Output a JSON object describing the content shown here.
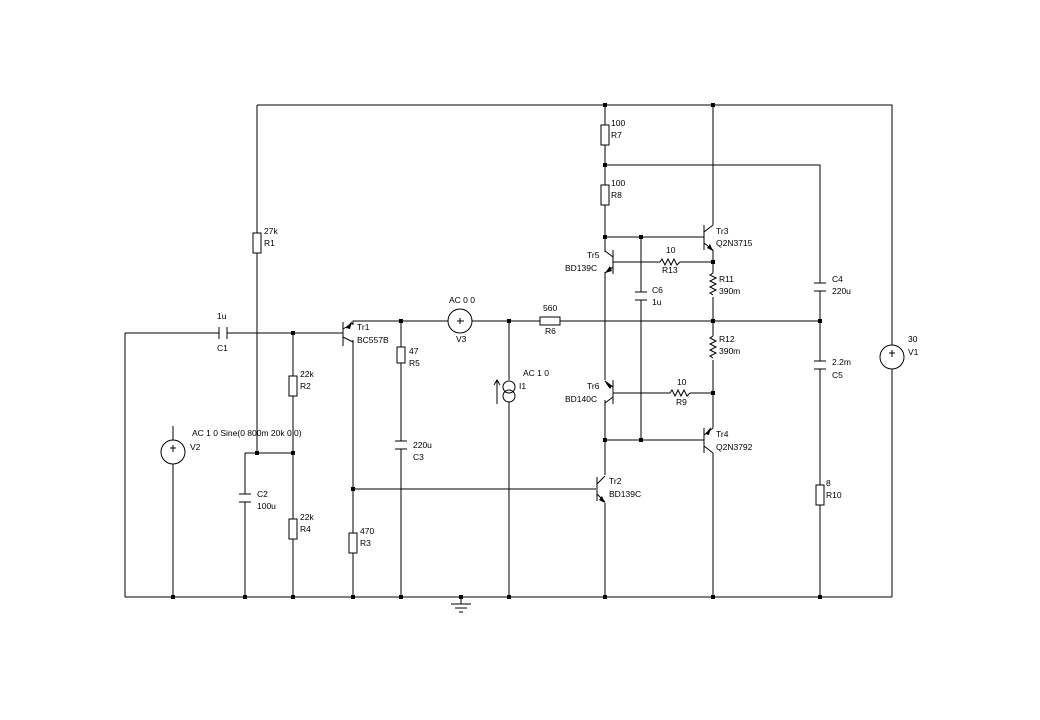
{
  "components": {
    "R1": {
      "ref": "R1",
      "value": "27k"
    },
    "R2": {
      "ref": "R2",
      "value": "22k"
    },
    "R3": {
      "ref": "R3",
      "value": "470"
    },
    "R4": {
      "ref": "R4",
      "value": "22k"
    },
    "R5": {
      "ref": "R5",
      "value": "47"
    },
    "R6": {
      "ref": "R6",
      "value": "560"
    },
    "R7": {
      "ref": "R7",
      "value": "100"
    },
    "R8": {
      "ref": "R8",
      "value": "100"
    },
    "R9": {
      "ref": "R9",
      "value": "10"
    },
    "R10": {
      "ref": "R10",
      "value": "8"
    },
    "R11": {
      "ref": "R11",
      "value": "390m"
    },
    "R12": {
      "ref": "R12",
      "value": "390m"
    },
    "R13": {
      "ref": "R13",
      "value": "10"
    },
    "C1": {
      "ref": "C1",
      "value": "1u"
    },
    "C2": {
      "ref": "C2",
      "value": "100u"
    },
    "C3": {
      "ref": "C3",
      "value": "220u"
    },
    "C4": {
      "ref": "C4",
      "value": "220u"
    },
    "C5": {
      "ref": "C5",
      "value": "2.2m"
    },
    "C6": {
      "ref": "C6",
      "value": "1u"
    },
    "V1": {
      "ref": "V1",
      "value": "30"
    },
    "V2": {
      "ref": "V2",
      "value": "AC 1 0 Sine(0 800m 20k 0 0)"
    },
    "V3": {
      "ref": "V3",
      "value": "AC 0 0"
    },
    "I1": {
      "ref": "I1",
      "value": "AC 1 0"
    },
    "Tr1": {
      "ref": "Tr1",
      "value": "BC557B"
    },
    "Tr2": {
      "ref": "Tr2",
      "value": "BD139C"
    },
    "Tr3": {
      "ref": "Tr3",
      "value": "Q2N3715"
    },
    "Tr4": {
      "ref": "Tr4",
      "value": "Q2N3792"
    },
    "Tr5": {
      "ref": "Tr5",
      "value": "BD139C"
    },
    "Tr6": {
      "ref": "Tr6",
      "value": "BD140C"
    }
  }
}
